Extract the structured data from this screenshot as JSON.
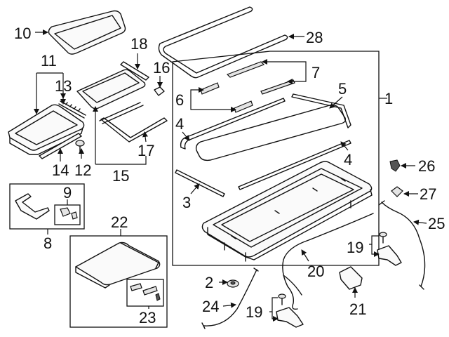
{
  "callouts": {
    "c1": "1",
    "c2": "2",
    "c3": "3",
    "c4a": "4",
    "c4b": "4",
    "c5": "5",
    "c6": "6",
    "c7": "7",
    "c8": "8",
    "c9": "9",
    "c10": "10",
    "c11": "11",
    "c12": "12",
    "c13": "13",
    "c14": "14",
    "c15": "15",
    "c16": "16",
    "c17": "17",
    "c18": "18",
    "c19a": "19",
    "c19b": "19",
    "c20": "20",
    "c21": "21",
    "c22": "22",
    "c23": "23",
    "c24": "24",
    "c25": "25",
    "c26": "26",
    "c27": "27",
    "c28": "28"
  }
}
